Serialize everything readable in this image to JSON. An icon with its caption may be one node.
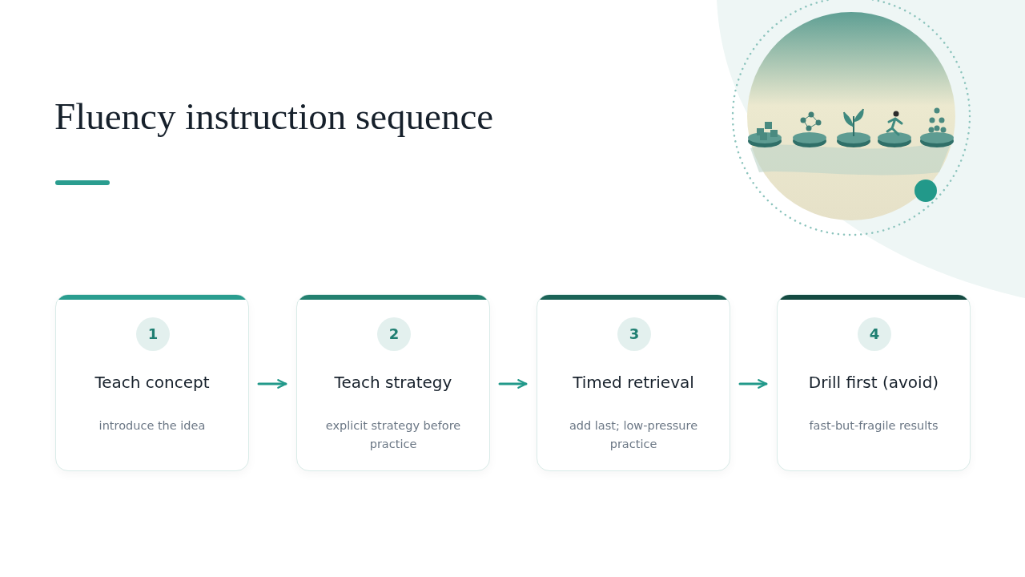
{
  "diagram": {
    "title": "Fluency instruction sequence",
    "nodes": [
      {
        "text": [
          "1",
          "Teach concept",
          "introduce the idea"
        ]
      },
      {
        "text": [
          "2",
          "Teach strategy",
          "explicit strategy before practice"
        ]
      },
      {
        "text": [
          "3",
          "Timed retrieval",
          "add last; low-pressure practice"
        ]
      },
      {
        "text": [
          "4",
          "Drill first (avoid)",
          "fast-but-fragile results"
        ]
      }
    ],
    "edges": [
      {
        "from": 0,
        "to": 1,
        "arrow": "to"
      },
      {
        "from": 1,
        "to": 2,
        "arrow": "to"
      },
      {
        "from": 2,
        "to": 3,
        "arrow": "to"
      }
    ]
  }
}
